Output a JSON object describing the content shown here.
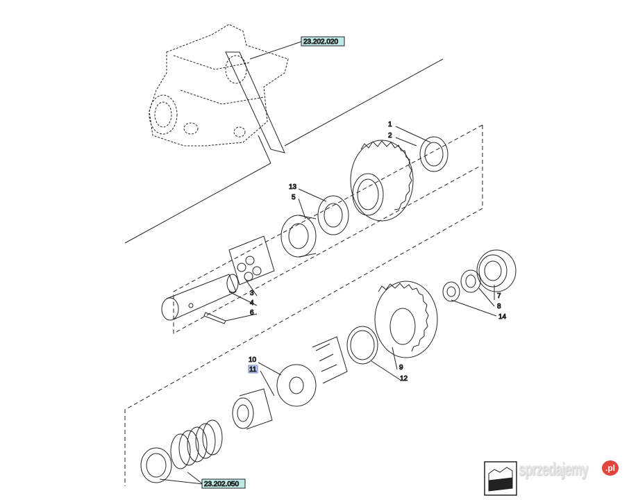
{
  "diagram": {
    "references": {
      "top": "23.202.020",
      "bottom": "23.202.050"
    },
    "callouts": {
      "c1": "1",
      "c2": "2",
      "c3": "3",
      "c4": "4",
      "c5": "5",
      "c6": "6",
      "c7": "7",
      "c8": "8",
      "c9": "9",
      "c10": "10",
      "c11": "11",
      "c12": "12",
      "c13": "13",
      "c14": "14"
    },
    "highlight_color": "#b8c8f0",
    "reference_box_color": "#bfe9e6"
  },
  "watermark": {
    "name": "sprzedajemy",
    "tld": ".pl"
  }
}
